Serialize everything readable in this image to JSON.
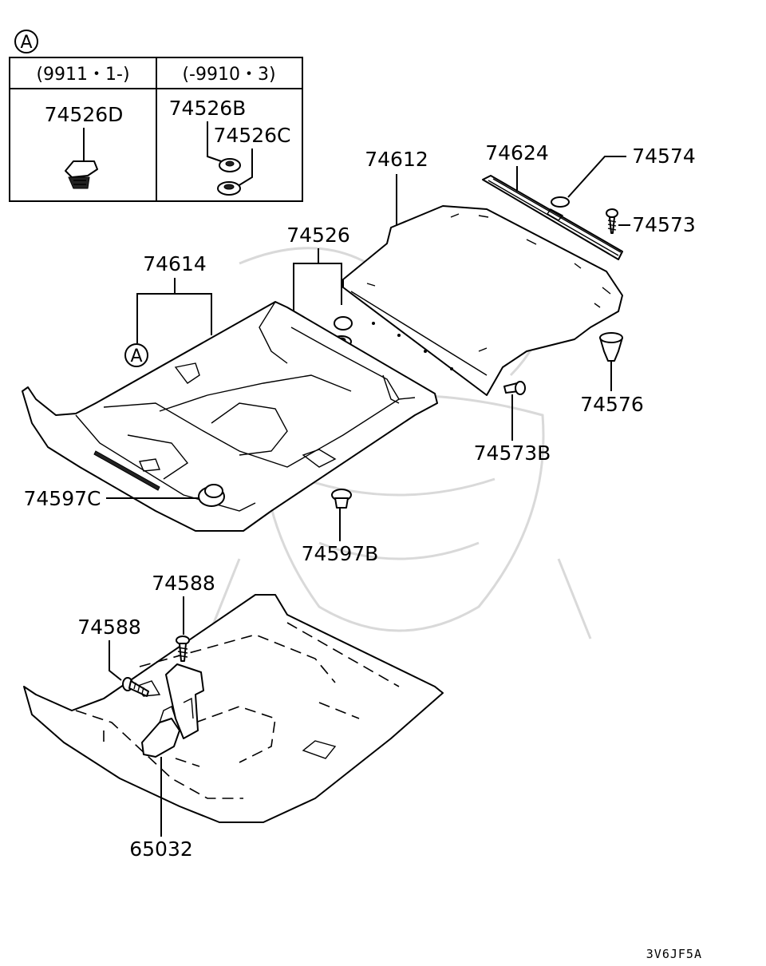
{
  "inset": {
    "marker": "A",
    "col_left_header": "(9911・1-)",
    "col_right_header": "(-9910・3)",
    "col_left_parts": [
      "74526D"
    ],
    "col_right_parts": [
      "74526B",
      "74526C"
    ]
  },
  "callouts": {
    "p74612": "74612",
    "p74624": "74624",
    "p74574": "74574",
    "p74573": "74573",
    "p74526": "74526",
    "p74614": "74614",
    "marker_a": "A",
    "p74576": "74576",
    "p74573B": "74573B",
    "p74597C": "74597C",
    "p74597B": "74597B",
    "p74588_top": "74588",
    "p74588_left": "74588",
    "p65032": "65032"
  },
  "diagram_code": "3V6JF5A"
}
